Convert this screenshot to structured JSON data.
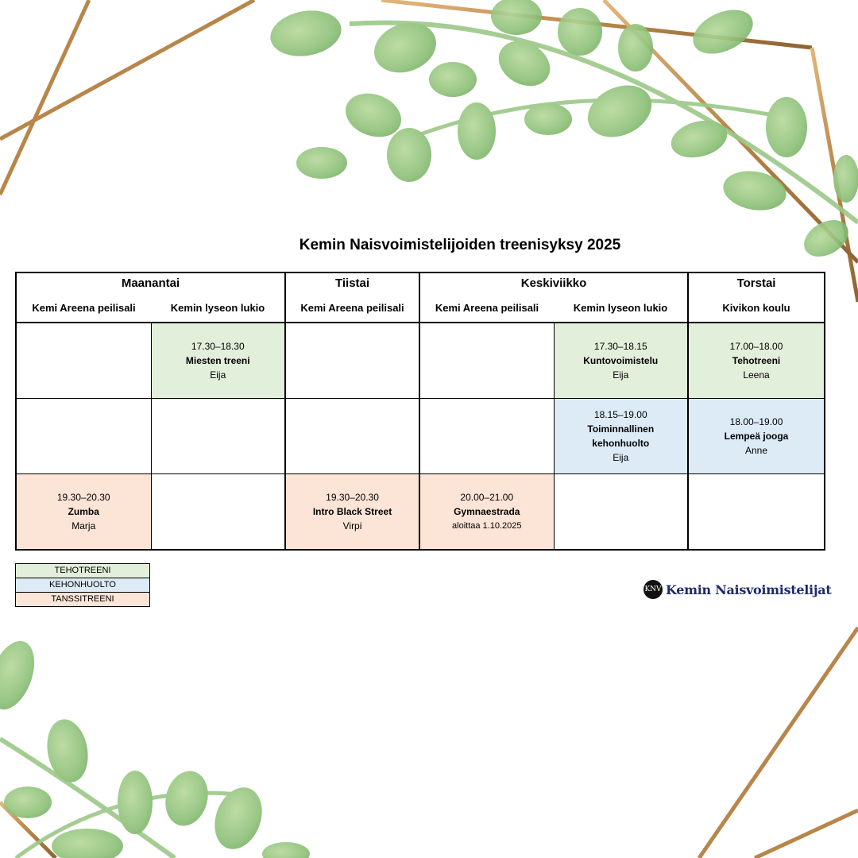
{
  "title": "Kemin Naisvoimistelijoiden treenisyksy 2025",
  "days": [
    "Maanantai",
    "Tiistai",
    "Keskiviikko",
    "Torstai"
  ],
  "venues": [
    "Kemi Areena peilisali",
    "Kemin lyseon lukio",
    "Kemi Areena peilisali",
    "Kemi Areena peilisali",
    "Kemin lyseon lukio",
    "Kivikon koulu"
  ],
  "slots": {
    "mon_lyseo_1": {
      "time": "17.30–18.30",
      "name": "Miesten treeni",
      "coach": "Eija"
    },
    "wed_lyseo_1": {
      "time": "17.30–18.15",
      "name": "Kuntovoimistelu",
      "coach": "Eija"
    },
    "thu_kivikko_1": {
      "time": "17.00–18.00",
      "name": "Tehotreeni",
      "coach": "Leena"
    },
    "wed_lyseo_2": {
      "time": "18.15–19.00",
      "name": "Toiminnallinen kehonhuolto",
      "coach": "Eija"
    },
    "thu_kivikko_2": {
      "time": "18.00–19.00",
      "name": "Lempeä jooga",
      "coach": "Anne"
    },
    "mon_areena_3": {
      "time": "19.30–20.30",
      "name": "Zumba",
      "coach": "Marja"
    },
    "tue_areena_3": {
      "time": "19.30–20.30",
      "name": "Intro Black Street",
      "coach": "Virpi"
    },
    "wed_areena_3": {
      "time": "20.00–21.00",
      "name": "Gymnaestrada",
      "note": "aloittaa 1.10.2025"
    }
  },
  "legend": [
    "TEHOTREENI",
    "KEHONHUOLTO",
    "TANSSITREENI"
  ],
  "logo": {
    "text": "Kemin Naisvoimistelijat",
    "mark": "KNV"
  },
  "colors": {
    "tehotreeni": "#e2efda",
    "kehonhuolto": "#ddebf7",
    "tanssitreeni": "#fce4d6",
    "gold_frame": "#b8864a",
    "leaf_green": "#8fc27a",
    "logo_text": "#1d2a6d"
  }
}
